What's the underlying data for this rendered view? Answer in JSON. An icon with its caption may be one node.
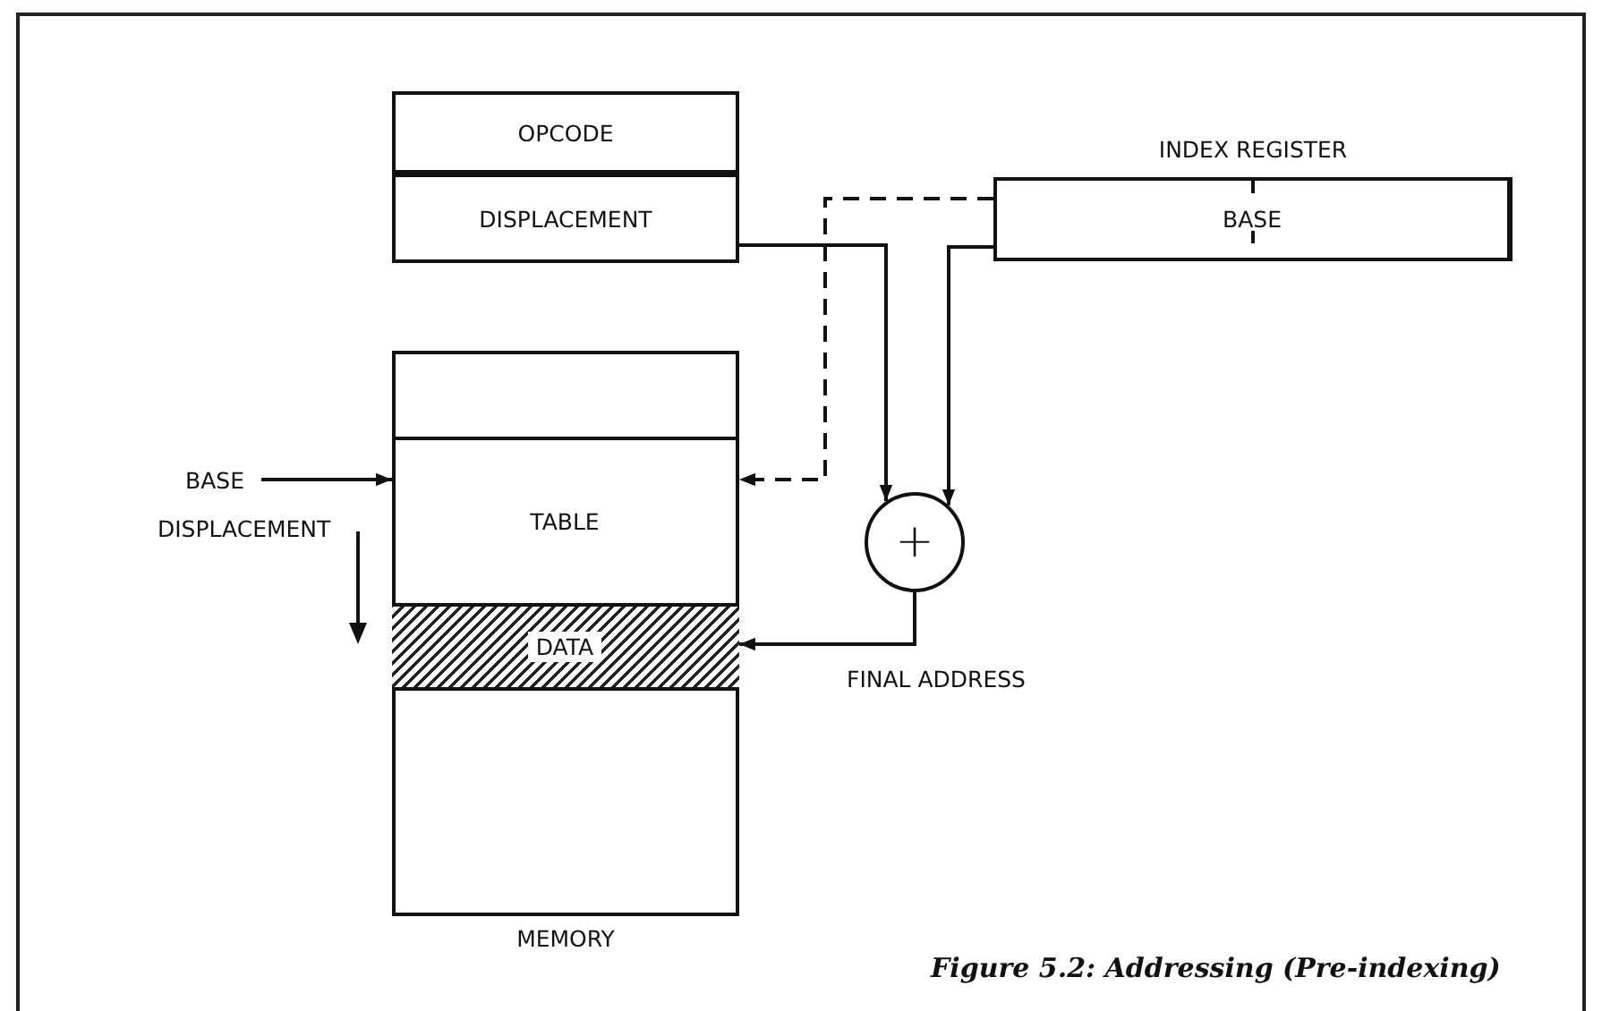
{
  "diagram": {
    "caption": "Figure 5.2: Addressing (Pre-indexing)",
    "nodes": [
      {
        "text": [
          "OPCODE"
        ]
      },
      {
        "text": [
          "DISPLACEMENT"
        ]
      },
      {
        "text": [
          "BASE"
        ],
        "beside": [
          "INDEX REGISTER"
        ]
      },
      {
        "text": [],
        "shape": "box",
        "beside": [
          "MEMORY"
        ]
      },
      {
        "text": [
          "TABLE"
        ],
        "in": 3
      },
      {
        "text": [
          "DATA"
        ],
        "in": 3
      },
      {
        "text": [
          "+"
        ]
      },
      {
        "text": [
          "BASE"
        ]
      }
    ],
    "edges": [
      {
        "from": 1,
        "to": 6,
        "arrow": "to"
      },
      {
        "from": 2,
        "to": 6,
        "arrow": "to"
      },
      {
        "from": 2,
        "to": 4,
        "arrow": "to",
        "style": "dashed"
      },
      {
        "from": 6,
        "to": 5,
        "arrow": "to",
        "label": "FINAL ADDRESS"
      },
      {
        "from": 7,
        "to": 4,
        "arrow": "to"
      }
    ],
    "labels": [
      "DISPLACEMENT"
    ]
  }
}
